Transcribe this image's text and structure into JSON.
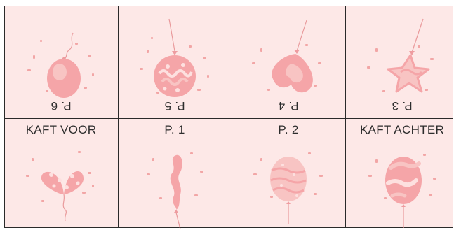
{
  "pages": {
    "top_row": [
      {
        "label": "P. 6",
        "icon": "round-balloon-icon"
      },
      {
        "label": "P. 5",
        "icon": "disco-balloon-icon"
      },
      {
        "label": "P. 4",
        "icon": "heart-balloon-icon"
      },
      {
        "label": "P. 3",
        "icon": "star-balloon-icon"
      }
    ],
    "bottom_row": [
      {
        "label": "KAFT VOOR",
        "icon": "polka-heart-balloon-icon"
      },
      {
        "label": "P. 1",
        "icon": "long-balloon-icon"
      },
      {
        "label": "P. 2",
        "icon": "striped-balloon-icon"
      },
      {
        "label": "KAFT ACHTER",
        "icon": "patterned-balloon-icon"
      }
    ]
  },
  "colors": {
    "background": "#fde8e7",
    "balloon_main": "#f5a5a8",
    "balloon_light": "#f8c4c3",
    "balloon_highlight": "#fde0df",
    "confetti": "#f2a6a6",
    "border": "#2a2a2a"
  }
}
